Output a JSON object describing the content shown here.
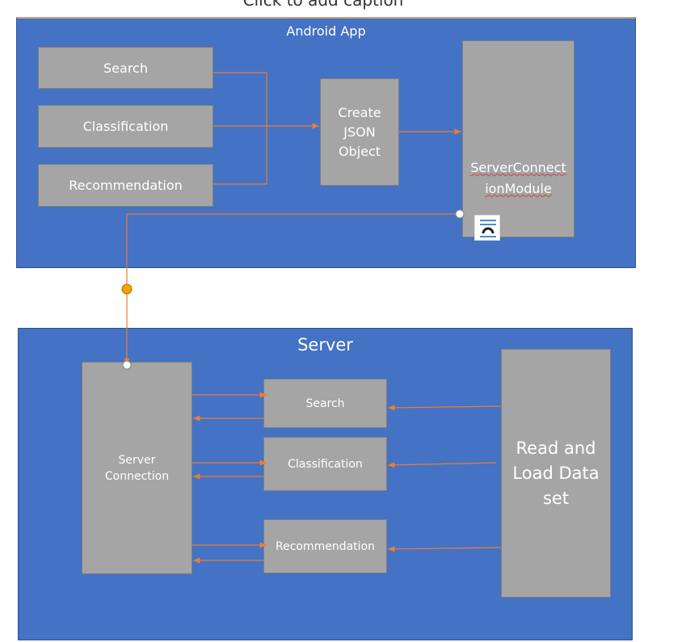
{
  "caption_placeholder": "Click to add caption",
  "android": {
    "title": "Android App",
    "search": "Search",
    "classification": "Classification",
    "recommendation": "Recommendation",
    "json": "Create JSON Object",
    "module": "ServerConnectionModule",
    "module_line1": "ServerConnect",
    "module_line2": "ionModule"
  },
  "server": {
    "title": "Server",
    "connection": "Server Connection",
    "search": "Search",
    "classification": "Classification",
    "recommendation": "Recommendation",
    "dataset": "Read and Load Data set"
  },
  "colors": {
    "panel": "#4472C4",
    "box": "#A5A5A5",
    "arrow": "#ED7D31"
  },
  "icons": {
    "layout_options": "layout-options-icon"
  }
}
